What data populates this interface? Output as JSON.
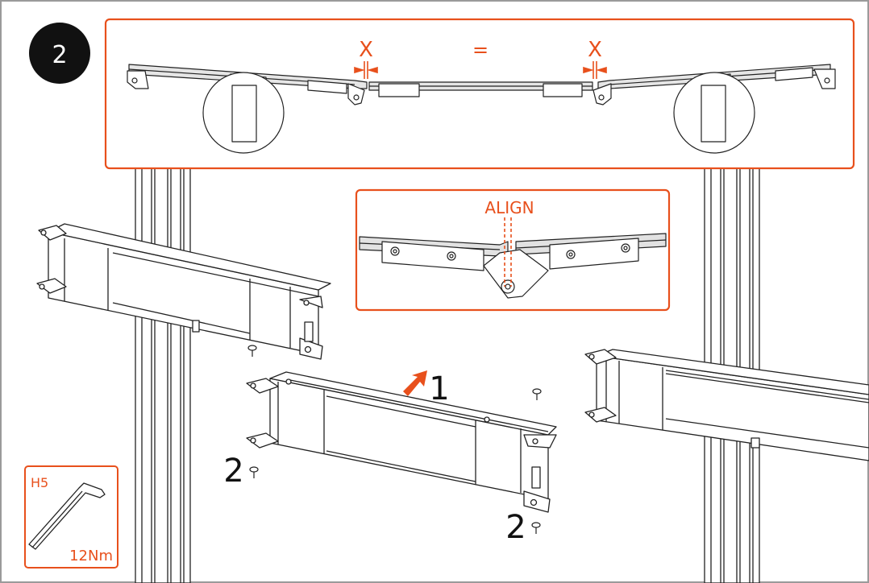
{
  "step": {
    "number": "2"
  },
  "top_panel": {
    "gap_left_label": "X",
    "equals_label": "=",
    "gap_right_label": "X"
  },
  "align_panel": {
    "label": "ALIGN"
  },
  "sequence": {
    "step1_label": "1",
    "step2_left_label": "2",
    "step2_right_label": "2"
  },
  "tool": {
    "size_label": "H5",
    "torque_label": "12Nm",
    "icon": "hex-key-icon"
  },
  "colors": {
    "accent": "#e8501c",
    "line": "#222222",
    "badge": "#111111",
    "frame": "#9a9a9a"
  }
}
